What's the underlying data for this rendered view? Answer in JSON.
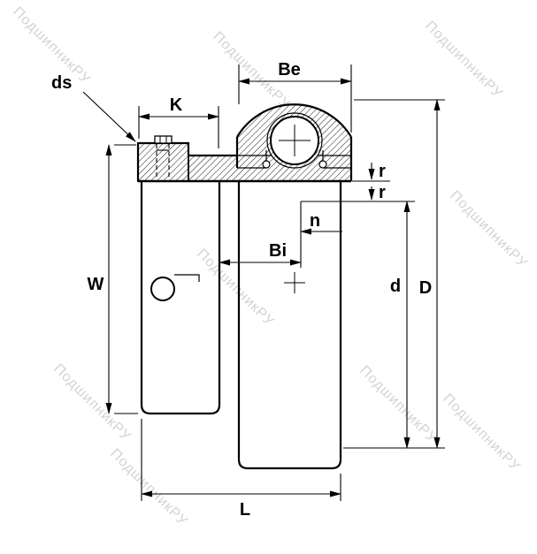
{
  "watermark": {
    "text": "ПодшипникРУ",
    "color": "#d4d4d4"
  },
  "labels": {
    "ds": "ds",
    "k": "K",
    "be": "Be",
    "r_outer": "r",
    "r_inner": "r",
    "n": "n",
    "bi": "Bi",
    "w": "W",
    "d": "d",
    "big_d": "D",
    "l": "L"
  },
  "colors": {
    "line": "#000000",
    "background": "#ffffff",
    "watermark": "#d4d4d4"
  }
}
